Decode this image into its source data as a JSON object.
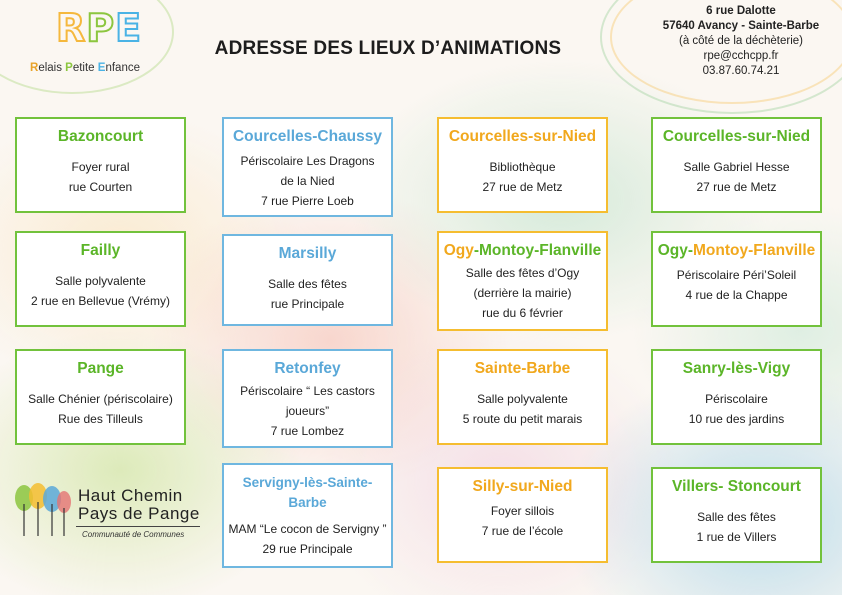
{
  "header": {
    "logo_text": "RPE",
    "logo_subtitle": "Relais Petite Enfance",
    "title": "ADRESSE DES LIEUX D’ANIMATIONS"
  },
  "contact": {
    "street": "6 rue Dalotte",
    "city": "57640 Avancy - Sainte-Barbe",
    "note": "(à côté de la déchèterie)",
    "email": "rpe@cchcpp.fr",
    "phone": "03.87.60.74.21"
  },
  "cards": [
    {
      "name": "Bazoncourt",
      "color": "green",
      "lines": [
        "Foyer rural",
        "rue Courten"
      ]
    },
    {
      "name": "Courcelles-Chaussy",
      "color": "blue",
      "lines": [
        "Périscolaire Les Dragons",
        "de la Nied",
        "7 rue Pierre Loeb"
      ]
    },
    {
      "name": "Courcelles-sur-Nied",
      "color": "orange",
      "lines": [
        "Bibliothèque",
        "27 rue de Metz"
      ]
    },
    {
      "name": "Courcelles-sur-Nied",
      "color": "green",
      "lines": [
        "Salle Gabriel Hesse",
        "27 rue de Metz"
      ]
    },
    {
      "name": "Failly",
      "color": "green",
      "lines": [
        "Salle polyvalente",
        "2 rue en Bellevue (Vrémy)"
      ]
    },
    {
      "name": "Marsilly",
      "color": "blue",
      "lines": [
        "Salle des fêtes",
        "rue Principale"
      ]
    },
    {
      "name_a": "Ogy",
      "name_b": "-Montoy-Flanville",
      "color": "orange",
      "lines": [
        "Salle des fêtes d’Ogy",
        "(derrière la mairie)",
        "rue du 6 février"
      ]
    },
    {
      "name_a": "Ogy-",
      "name_b": "Montoy-Flanville",
      "color": "green",
      "lines": [
        "Périscolaire Péri’Soleil",
        "4 rue de la Chappe"
      ]
    },
    {
      "name": "Pange",
      "color": "green",
      "lines": [
        "Salle Chénier (périscolaire)",
        "Rue des Tilleuls"
      ]
    },
    {
      "name": "Retonfey",
      "color": "blue",
      "lines": [
        "Périscolaire “ Les castors",
        "joueurs”",
        "7 rue Lombez"
      ]
    },
    {
      "name": "Sainte-Barbe",
      "color": "orange",
      "lines": [
        "Salle polyvalente",
        "5 route du petit marais"
      ]
    },
    {
      "name": "Sanry-lès-Vigy",
      "color": "green",
      "lines": [
        "Périscolaire",
        "10 rue des jardins"
      ]
    },
    {
      "name": "Servigny-lès-Sainte-Barbe",
      "color": "blue",
      "lines": [
        "MAM “Le cocon de Servigny ”",
        "29 rue Principale"
      ]
    },
    {
      "name": "Silly-sur-Nied",
      "color": "orange",
      "lines": [
        "Foyer sillois",
        "7 rue de l’école"
      ]
    },
    {
      "name": "Villers- Stoncourt",
      "color": "green",
      "lines": [
        "Salle des fêtes",
        "1 rue de Villers"
      ]
    }
  ],
  "community_logo": {
    "line1": "Haut Chemin",
    "line2": "Pays de Pange",
    "line3": "Communauté de Communes"
  },
  "colors": {
    "green": "#5bb528",
    "blue": "#5aa8d8",
    "orange": "#f1a81d"
  }
}
